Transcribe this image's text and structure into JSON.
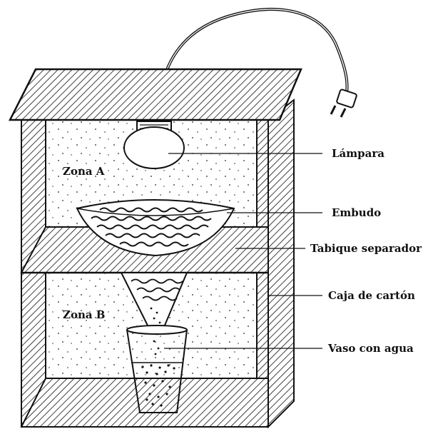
{
  "labels": {
    "lampara": "Lámpara",
    "embudo": "Embudo",
    "tabique": "Tabique separador",
    "caja": "Caja de cartón",
    "vaso": "Vaso con agua"
  },
  "zones": {
    "a": "Zona A",
    "b": "Zona B"
  },
  "colors": {
    "ink": "#111111",
    "paper": "#ffffff"
  }
}
